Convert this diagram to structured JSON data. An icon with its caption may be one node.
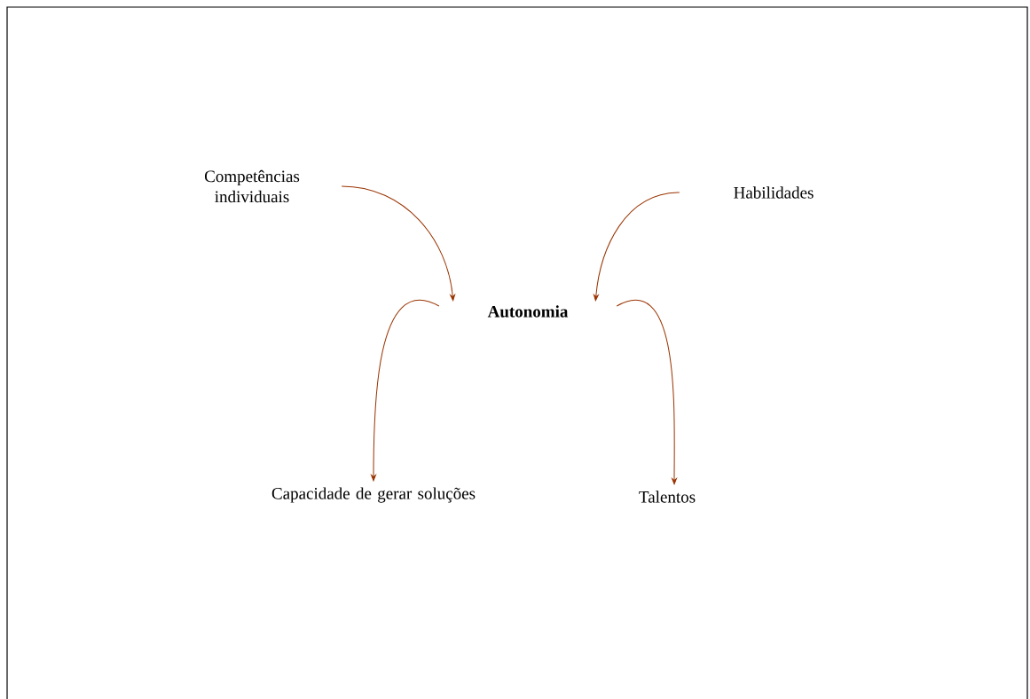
{
  "diagram": {
    "nodes": [
      {
        "text": [
          "Competências individuais"
        ]
      },
      {
        "text": [
          "Habilidades"
        ]
      },
      {
        "text": [
          "Autonomia"
        ]
      },
      {
        "text": [
          "Capacidade de gerar soluções"
        ]
      },
      {
        "text": [
          "Talentos"
        ]
      }
    ],
    "edges": [
      {
        "from": 0,
        "to": 2,
        "arrow": "to"
      },
      {
        "from": 1,
        "to": 2,
        "arrow": "to"
      },
      {
        "from": 2,
        "to": 3,
        "arrow": "to"
      },
      {
        "from": 2,
        "to": 4,
        "arrow": "to"
      }
    ]
  }
}
